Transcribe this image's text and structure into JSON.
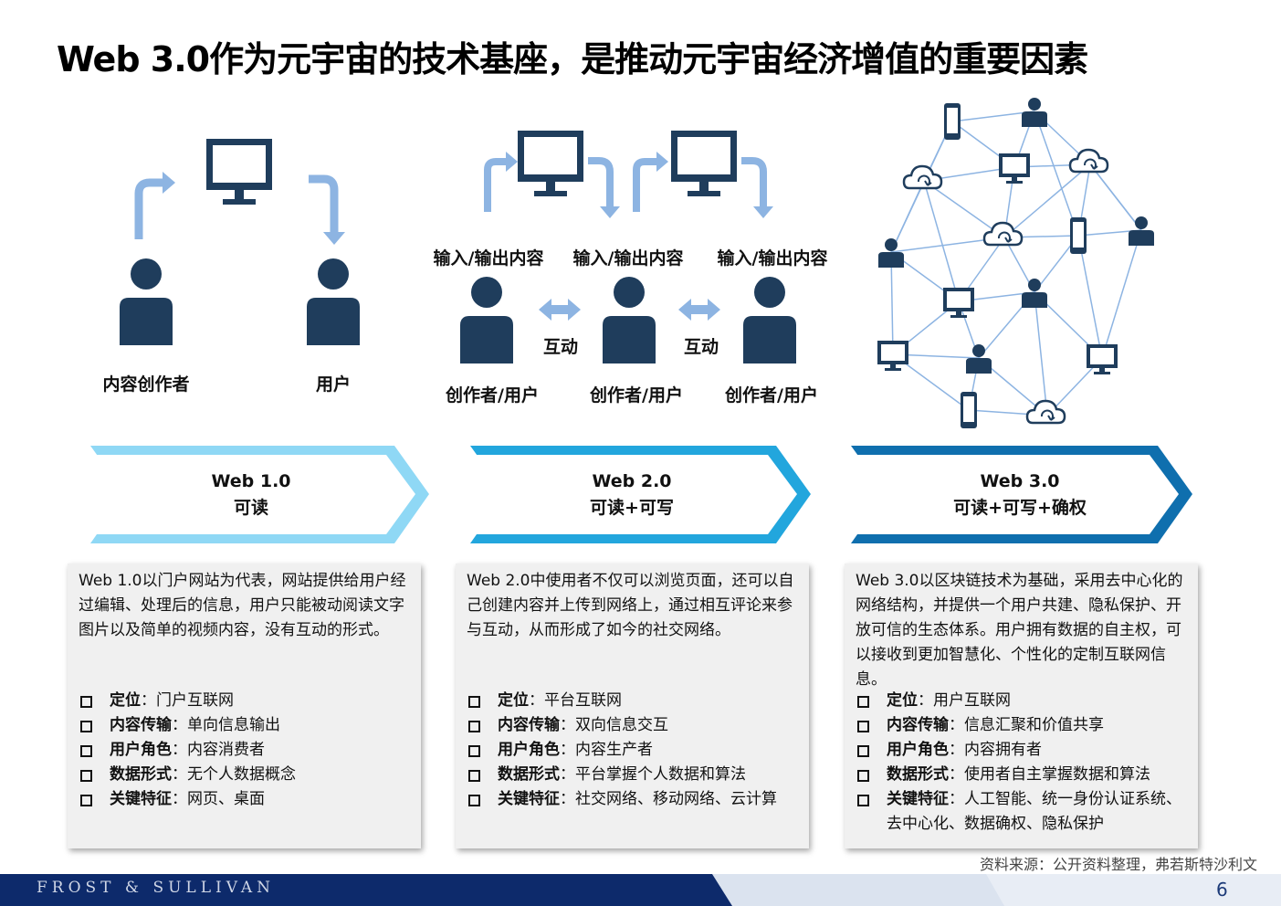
{
  "title": "Web 3.0作为元宇宙的技术基座，是推动元宇宙经济增值的重要因素",
  "web1": {
    "creator_label": "内容创作者",
    "user_label": "用户",
    "chevron_title": "Web 1.0",
    "chevron_sub": "可读",
    "description": "Web 1.0以门户网站为代表，网站提供给用户经过编辑、处理后的信息，用户只能被动阅读文字图片以及简单的视频内容，没有互动的形式。",
    "features": [
      {
        "key": "定位",
        "value": "门户互联网"
      },
      {
        "key": "内容传输",
        "value": "单向信息输出"
      },
      {
        "key": "用户角色",
        "value": "内容消费者"
      },
      {
        "key": "数据形式",
        "value": "无个人数据概念"
      },
      {
        "key": "关键特征",
        "value": "网页、桌面"
      }
    ]
  },
  "web2": {
    "io_labels": [
      "输入/输出内容",
      "输入/输出内容",
      "输入/输出内容"
    ],
    "interact_labels": [
      "互动",
      "互动"
    ],
    "role_labels": [
      "创作者/用户",
      "创作者/用户",
      "创作者/用户"
    ],
    "chevron_title": "Web 2.0",
    "chevron_sub": "可读+可写",
    "description": "Web 2.0中使用者不仅可以浏览页面，还可以自己创建内容并上传到网络上，通过相互评论来参与互动，从而形成了如今的社交网络。",
    "features": [
      {
        "key": "定位",
        "value": "平台互联网"
      },
      {
        "key": "内容传输",
        "value": "双向信息交互"
      },
      {
        "key": "用户角色",
        "value": "内容生产者"
      },
      {
        "key": "数据形式",
        "value": "平台掌握个人数据和算法"
      },
      {
        "key": "关键特征",
        "value": "社交网络、移动网络、云计算"
      }
    ]
  },
  "web3": {
    "chevron_title": "Web 3.0",
    "chevron_sub": "可读+可写+确权",
    "description": "Web 3.0以区块链技术为基础，采用去中心化的网络结构，并提供一个用户共建、隐私保护、开放可信的生态体系。用户拥有数据的自主权，可以接收到更加智慧化、个性化的定制互联网信息。",
    "features": [
      {
        "key": "定位",
        "value": "用户互联网"
      },
      {
        "key": "内容传输",
        "value": "信息汇聚和价值共享"
      },
      {
        "key": "用户角色",
        "value": "内容拥有者"
      },
      {
        "key": "数据形式",
        "value": "使用者自主掌握数据和算法"
      },
      {
        "key": "关键特征",
        "value": "人工智能、统一身份认证系统、去中心化、数据确权、隐私保护"
      }
    ]
  },
  "colors": {
    "chevron1": "#8fd8f5",
    "chevron2": "#22a6dd",
    "chevron3": "#0f6fae",
    "icon_dark": "#1f3d5c",
    "arrow": "#8db4e2",
    "footer": "#0d2a6b"
  },
  "source": "资料来源：公开资料整理，弗若斯特沙利文",
  "logo": "FROST & SULLIVAN",
  "page_number": "6"
}
